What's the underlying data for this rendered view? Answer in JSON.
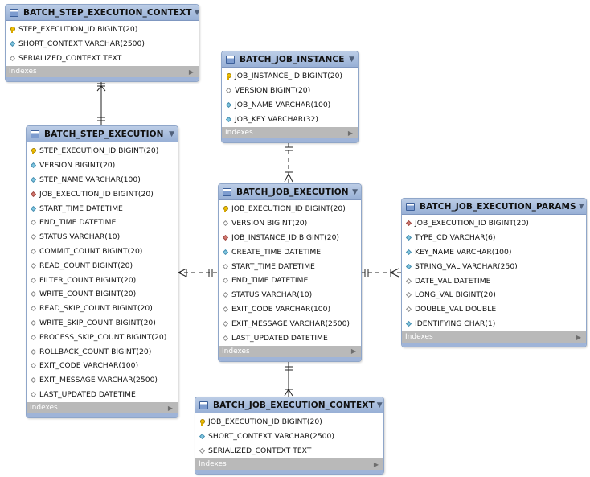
{
  "tables": {
    "step_ctx": {
      "name": "BATCH_STEP_EXECUTION_CONTEXT",
      "columns": [
        {
          "text": "STEP_EXECUTION_ID BIGINT(20)",
          "kind": "pk"
        },
        {
          "text": "SHORT_CONTEXT VARCHAR(2500)",
          "kind": "col-nn"
        },
        {
          "text": "SERIALIZED_CONTEXT TEXT",
          "kind": "nul"
        }
      ],
      "footer": "Indexes"
    },
    "job_instance": {
      "name": "BATCH_JOB_INSTANCE",
      "columns": [
        {
          "text": "JOB_INSTANCE_ID BIGINT(20)",
          "kind": "pk"
        },
        {
          "text": "VERSION BIGINT(20)",
          "kind": "nul"
        },
        {
          "text": "JOB_NAME VARCHAR(100)",
          "kind": "col-nn"
        },
        {
          "text": "JOB_KEY VARCHAR(32)",
          "kind": "col-nn"
        }
      ],
      "footer": "Indexes"
    },
    "step_exec": {
      "name": "BATCH_STEP_EXECUTION",
      "columns": [
        {
          "text": "STEP_EXECUTION_ID BIGINT(20)",
          "kind": "pk"
        },
        {
          "text": "VERSION BIGINT(20)",
          "kind": "col-nn"
        },
        {
          "text": "STEP_NAME VARCHAR(100)",
          "kind": "col-nn"
        },
        {
          "text": "JOB_EXECUTION_ID BIGINT(20)",
          "kind": "fk"
        },
        {
          "text": "START_TIME DATETIME",
          "kind": "col-nn"
        },
        {
          "text": "END_TIME DATETIME",
          "kind": "nul"
        },
        {
          "text": "STATUS VARCHAR(10)",
          "kind": "nul"
        },
        {
          "text": "COMMIT_COUNT BIGINT(20)",
          "kind": "nul"
        },
        {
          "text": "READ_COUNT BIGINT(20)",
          "kind": "nul"
        },
        {
          "text": "FILTER_COUNT BIGINT(20)",
          "kind": "nul"
        },
        {
          "text": "WRITE_COUNT BIGINT(20)",
          "kind": "nul"
        },
        {
          "text": "READ_SKIP_COUNT BIGINT(20)",
          "kind": "nul"
        },
        {
          "text": "WRITE_SKIP_COUNT BIGINT(20)",
          "kind": "nul"
        },
        {
          "text": "PROCESS_SKIP_COUNT BIGINT(20)",
          "kind": "nul"
        },
        {
          "text": "ROLLBACK_COUNT BIGINT(20)",
          "kind": "nul"
        },
        {
          "text": "EXIT_CODE VARCHAR(100)",
          "kind": "nul"
        },
        {
          "text": "EXIT_MESSAGE VARCHAR(2500)",
          "kind": "nul"
        },
        {
          "text": "LAST_UPDATED DATETIME",
          "kind": "nul"
        }
      ],
      "footer": "Indexes"
    },
    "job_exec": {
      "name": "BATCH_JOB_EXECUTION",
      "columns": [
        {
          "text": "JOB_EXECUTION_ID BIGINT(20)",
          "kind": "pk"
        },
        {
          "text": "VERSION BIGINT(20)",
          "kind": "nul"
        },
        {
          "text": "JOB_INSTANCE_ID BIGINT(20)",
          "kind": "fk"
        },
        {
          "text": "CREATE_TIME DATETIME",
          "kind": "col-nn"
        },
        {
          "text": "START_TIME DATETIME",
          "kind": "nul"
        },
        {
          "text": "END_TIME DATETIME",
          "kind": "nul"
        },
        {
          "text": "STATUS VARCHAR(10)",
          "kind": "nul"
        },
        {
          "text": "EXIT_CODE VARCHAR(100)",
          "kind": "nul"
        },
        {
          "text": "EXIT_MESSAGE VARCHAR(2500)",
          "kind": "nul"
        },
        {
          "text": "LAST_UPDATED DATETIME",
          "kind": "nul"
        }
      ],
      "footer": "Indexes"
    },
    "job_params": {
      "name": "BATCH_JOB_EXECUTION_PARAMS",
      "columns": [
        {
          "text": "JOB_EXECUTION_ID BIGINT(20)",
          "kind": "fk"
        },
        {
          "text": "TYPE_CD VARCHAR(6)",
          "kind": "col-nn"
        },
        {
          "text": "KEY_NAME VARCHAR(100)",
          "kind": "col-nn"
        },
        {
          "text": "STRING_VAL VARCHAR(250)",
          "kind": "col-nn"
        },
        {
          "text": "DATE_VAL DATETIME",
          "kind": "nul"
        },
        {
          "text": "LONG_VAL BIGINT(20)",
          "kind": "nul"
        },
        {
          "text": "DOUBLE_VAL DOUBLE",
          "kind": "nul"
        },
        {
          "text": "IDENTIFYING CHAR(1)",
          "kind": "col-nn"
        }
      ],
      "footer": "Indexes"
    },
    "job_ctx": {
      "name": "BATCH_JOB_EXECUTION_CONTEXT",
      "columns": [
        {
          "text": "JOB_EXECUTION_ID BIGINT(20)",
          "kind": "pk"
        },
        {
          "text": "SHORT_CONTEXT VARCHAR(2500)",
          "kind": "col-nn"
        },
        {
          "text": "SERIALIZED_CONTEXT TEXT",
          "kind": "nul"
        }
      ],
      "footer": "Indexes"
    }
  },
  "icons": {
    "table": "table-icon",
    "caret": "chevron-down-icon",
    "footer_arrow": "chevron-right-icon",
    "pk": "primary-key-icon",
    "fk": "foreign-key-icon",
    "col-nn": "not-null-column-icon",
    "nul": "nullable-column-icon"
  },
  "colors": {
    "header": "#a9bfe0",
    "footer": "#b9b9b9",
    "primary_key": "#f2c200",
    "foreign_key": "#d2776e",
    "not_null": "#7fc6e0",
    "connector": "#222222"
  }
}
